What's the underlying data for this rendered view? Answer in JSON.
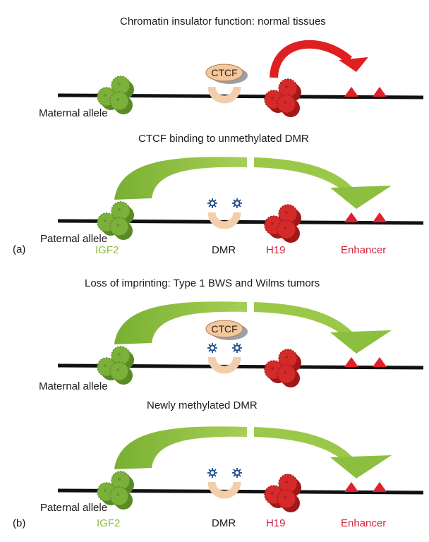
{
  "panels": [
    {
      "label": "(a)",
      "rows": [
        {
          "title": "Chromatin insulator function: normal tissues",
          "allele": "Maternal allele",
          "ctcf_bound": true,
          "ctcf_label": "CTCF",
          "methylated": false,
          "arrow": "red-to-enhancer",
          "gene_labels": null
        },
        {
          "title": "CTCF binding to unmethylated DMR",
          "allele": "Paternal allele",
          "ctcf_bound": false,
          "methylated": true,
          "arrow": "green-over-to-enhancer",
          "gene_labels": {
            "igf2": "IGF2",
            "dmr": "DMR",
            "h19": "H19",
            "enhancer": "Enhancer"
          }
        }
      ]
    },
    {
      "label": "(b)",
      "rows": [
        {
          "title": "Loss of imprinting: Type 1 BWS and Wilms tumors",
          "allele": "Maternal allele",
          "ctcf_bound": true,
          "ctcf_label": "CTCF",
          "methylated": true,
          "arrow": "green-over-to-enhancer",
          "gene_labels": null
        },
        {
          "title": "Newly methylated DMR",
          "allele": "Paternal allele",
          "ctcf_bound": false,
          "methylated": true,
          "arrow": "green-over-to-enhancer",
          "gene_labels": {
            "igf2": "IGF2",
            "dmr": "DMR",
            "h19": "H19",
            "enhancer": "Enhancer"
          }
        }
      ]
    }
  ],
  "colors": {
    "igf2": "#7bb03a",
    "h19": "#d42a2a",
    "enhancer": "#e0202a",
    "dmr": "#f3ceaa",
    "ctcf": "#f5c79a",
    "methyl": "#1f4e8c",
    "green_arrow": "#8cbf3f",
    "red_arrow": "#e02020",
    "igf2_label": "#8cbf3f",
    "red_label": "#d4243c"
  }
}
